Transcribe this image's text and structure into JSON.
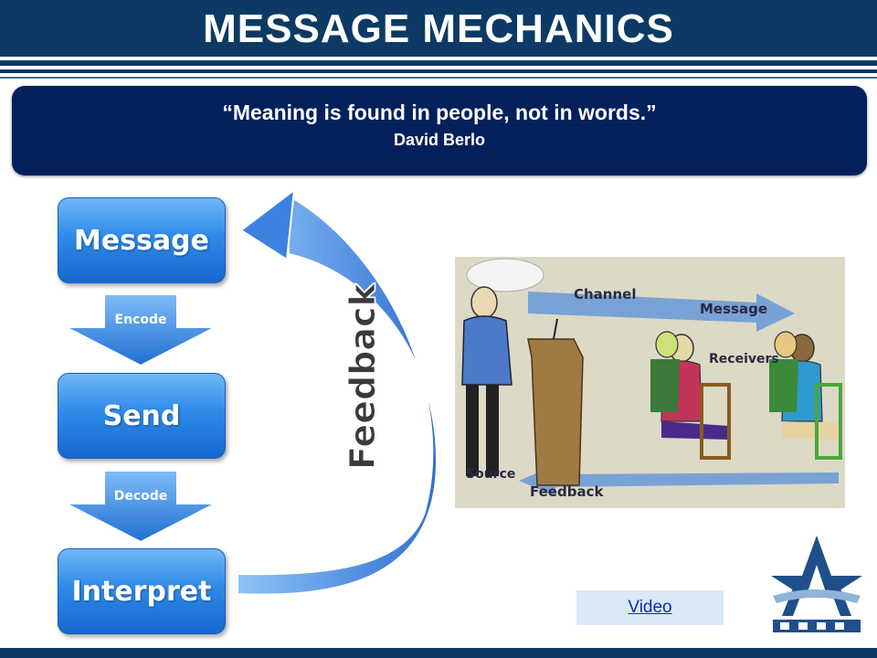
{
  "slide": {
    "title": "MESSAGE MECHANICS",
    "quote": {
      "text": "“Meaning is found in people, not in words.”",
      "author": "David Berlo"
    },
    "steps": [
      {
        "label": "Message"
      },
      {
        "label": "Send"
      },
      {
        "label": "Interpret"
      }
    ],
    "arrows": [
      {
        "label": "Encode"
      },
      {
        "label": "Decode"
      }
    ],
    "feedback_label": "Feedback",
    "illustration": {
      "labels": {
        "channel": "Channel",
        "message": "Message",
        "receivers": "Receivers",
        "source": "Source",
        "feedback": "Feedback"
      }
    },
    "video_link": "Video",
    "colors": {
      "header": "#0d3a64",
      "quote_panel": "#04205c",
      "step_blue": "#2f8ae8",
      "link": "#0b2fb0"
    },
    "icons": [
      "down-arrow-icon",
      "curved-arrow-icon",
      "star-a-logo-icon"
    ]
  }
}
